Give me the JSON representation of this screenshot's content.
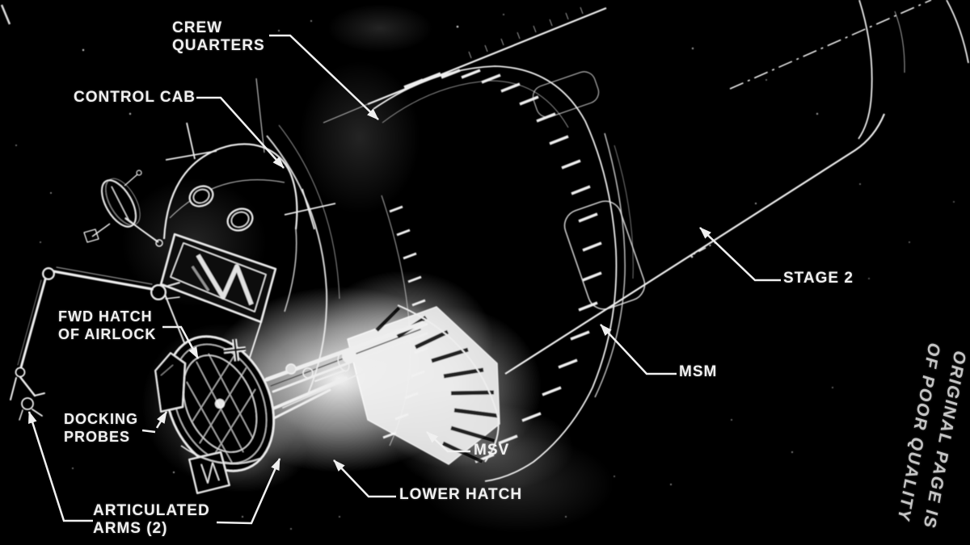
{
  "page": {
    "background": "#000000",
    "line_ink": "#f0f0f0",
    "stamp_ink": "#d9d9d9"
  },
  "callouts": {
    "crew_quarters": "CREW\nQUARTERS",
    "control_cab": "CONTROL CAB",
    "fwd_hatch_of_airlock": "FWD HATCH\nOF AIRLOCK",
    "docking_probes": "DOCKING\nPROBES",
    "articulated_arms": "ARTICULATED\nARMS (2)",
    "lower_hatch": "LOWER HATCH",
    "msv": "MSV",
    "msm": "MSM",
    "stage_2": "STAGE 2"
  },
  "stamp": {
    "line1": "ORIGINAL PAGE IS",
    "line2": "OF POOR QUALITY"
  }
}
